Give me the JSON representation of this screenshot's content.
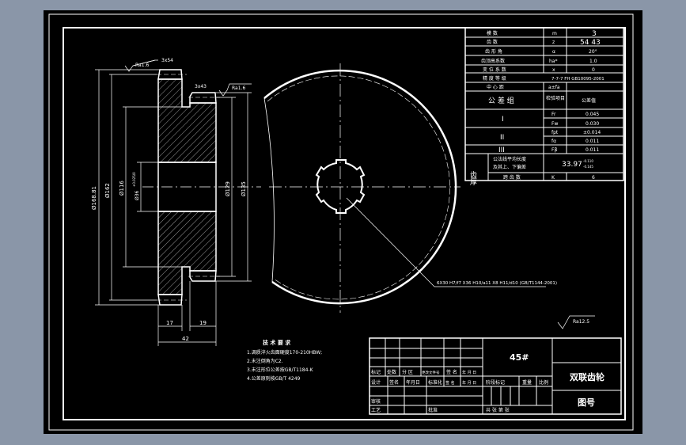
{
  "colors": {
    "background": "#8a96a8",
    "paper": "#000000",
    "lines": "#ffffff"
  },
  "section_view": {
    "roughness_left": "Ra1.6",
    "roughness_right": "Ra1.6",
    "chamfer_left": "3x54",
    "chamfer_right": "3x43",
    "dims": {
      "d1": "Ø168.81",
      "d2": "Ø162",
      "d3": "Ø116",
      "d4": "Ø36",
      "d4_tol": "+0.025/0",
      "d5": "Ø129",
      "d6": "Ø135",
      "w1": "17",
      "w2": "19",
      "w3": "42"
    }
  },
  "front_view": {
    "spline_callout": "6X30 H7/f7 X36 H10/a11 X8 H11/d10 (GB/T1144-2001)"
  },
  "general_roughness": "Ra12.5",
  "tech_requirements": {
    "title": "技 术 要 求",
    "items": [
      "1.调质淬火齿面硬度170-210HBW;",
      "2.未注倒角为C2.",
      "3.未注形位公差按GB/T1184-K",
      "4.公差原则按GB/T 4249"
    ]
  },
  "param_table": {
    "rows": [
      {
        "label": "模    数",
        "sym": "m",
        "val": "3"
      },
      {
        "label": "齿    数",
        "sym": "z",
        "val": "54  43"
      },
      {
        "label": "齿 形 角",
        "sym": "α",
        "val": "20°"
      },
      {
        "label": "齿顶高系数",
        "sym": "ha*",
        "val": "1.0"
      },
      {
        "label": "变 位 系 数",
        "sym": "x",
        "val": "0"
      },
      {
        "label": "精 度 等 级",
        "sym": "",
        "val": "7-7-7 FH GB10095-2001"
      },
      {
        "label": "中 心 距",
        "sym": "a±fa",
        "val": ""
      }
    ],
    "group_header": {
      "label": "公 差 组",
      "sym": "检验项目",
      "val": "公差值"
    },
    "groups": [
      {
        "label": "I",
        "items": [
          {
            "sym": "Fr",
            "val": "0.045"
          },
          {
            "sym": "Fw",
            "val": "0.030"
          }
        ]
      },
      {
        "label": "II",
        "items": [
          {
            "sym": "fpt",
            "val": "±0.014"
          },
          {
            "sym": "fα",
            "val": "0.011"
          }
        ]
      },
      {
        "label": "III",
        "items": [
          {
            "sym": "Fβ",
            "val": "0.011"
          }
        ]
      }
    ],
    "thickness": {
      "label": "齿厚",
      "desc1": "公法线平均长度",
      "desc2": "及其上、下偏差",
      "val": "33.97",
      "upper": "-0.110",
      "lower": "-0.145"
    },
    "span": {
      "label": "跨 齿 数",
      "sym": "K",
      "val": "6"
    }
  },
  "title_block": {
    "material": "45#",
    "part_name": "双联齿轮",
    "drawing_no_label": "图号",
    "row_labels_1": [
      "标记",
      "处数",
      "分 区",
      "更改文件号",
      "签 名",
      "年 月 日"
    ],
    "row_labels_2": [
      "设计",
      "签名",
      "年月日",
      "标准化",
      "签 名",
      "年 月 日"
    ],
    "review": "审核",
    "process": "工艺",
    "approve": "批准",
    "stage": "阶段标记",
    "weight": "重量",
    "scale": "比例",
    "sheets": "共 张 第 张"
  }
}
